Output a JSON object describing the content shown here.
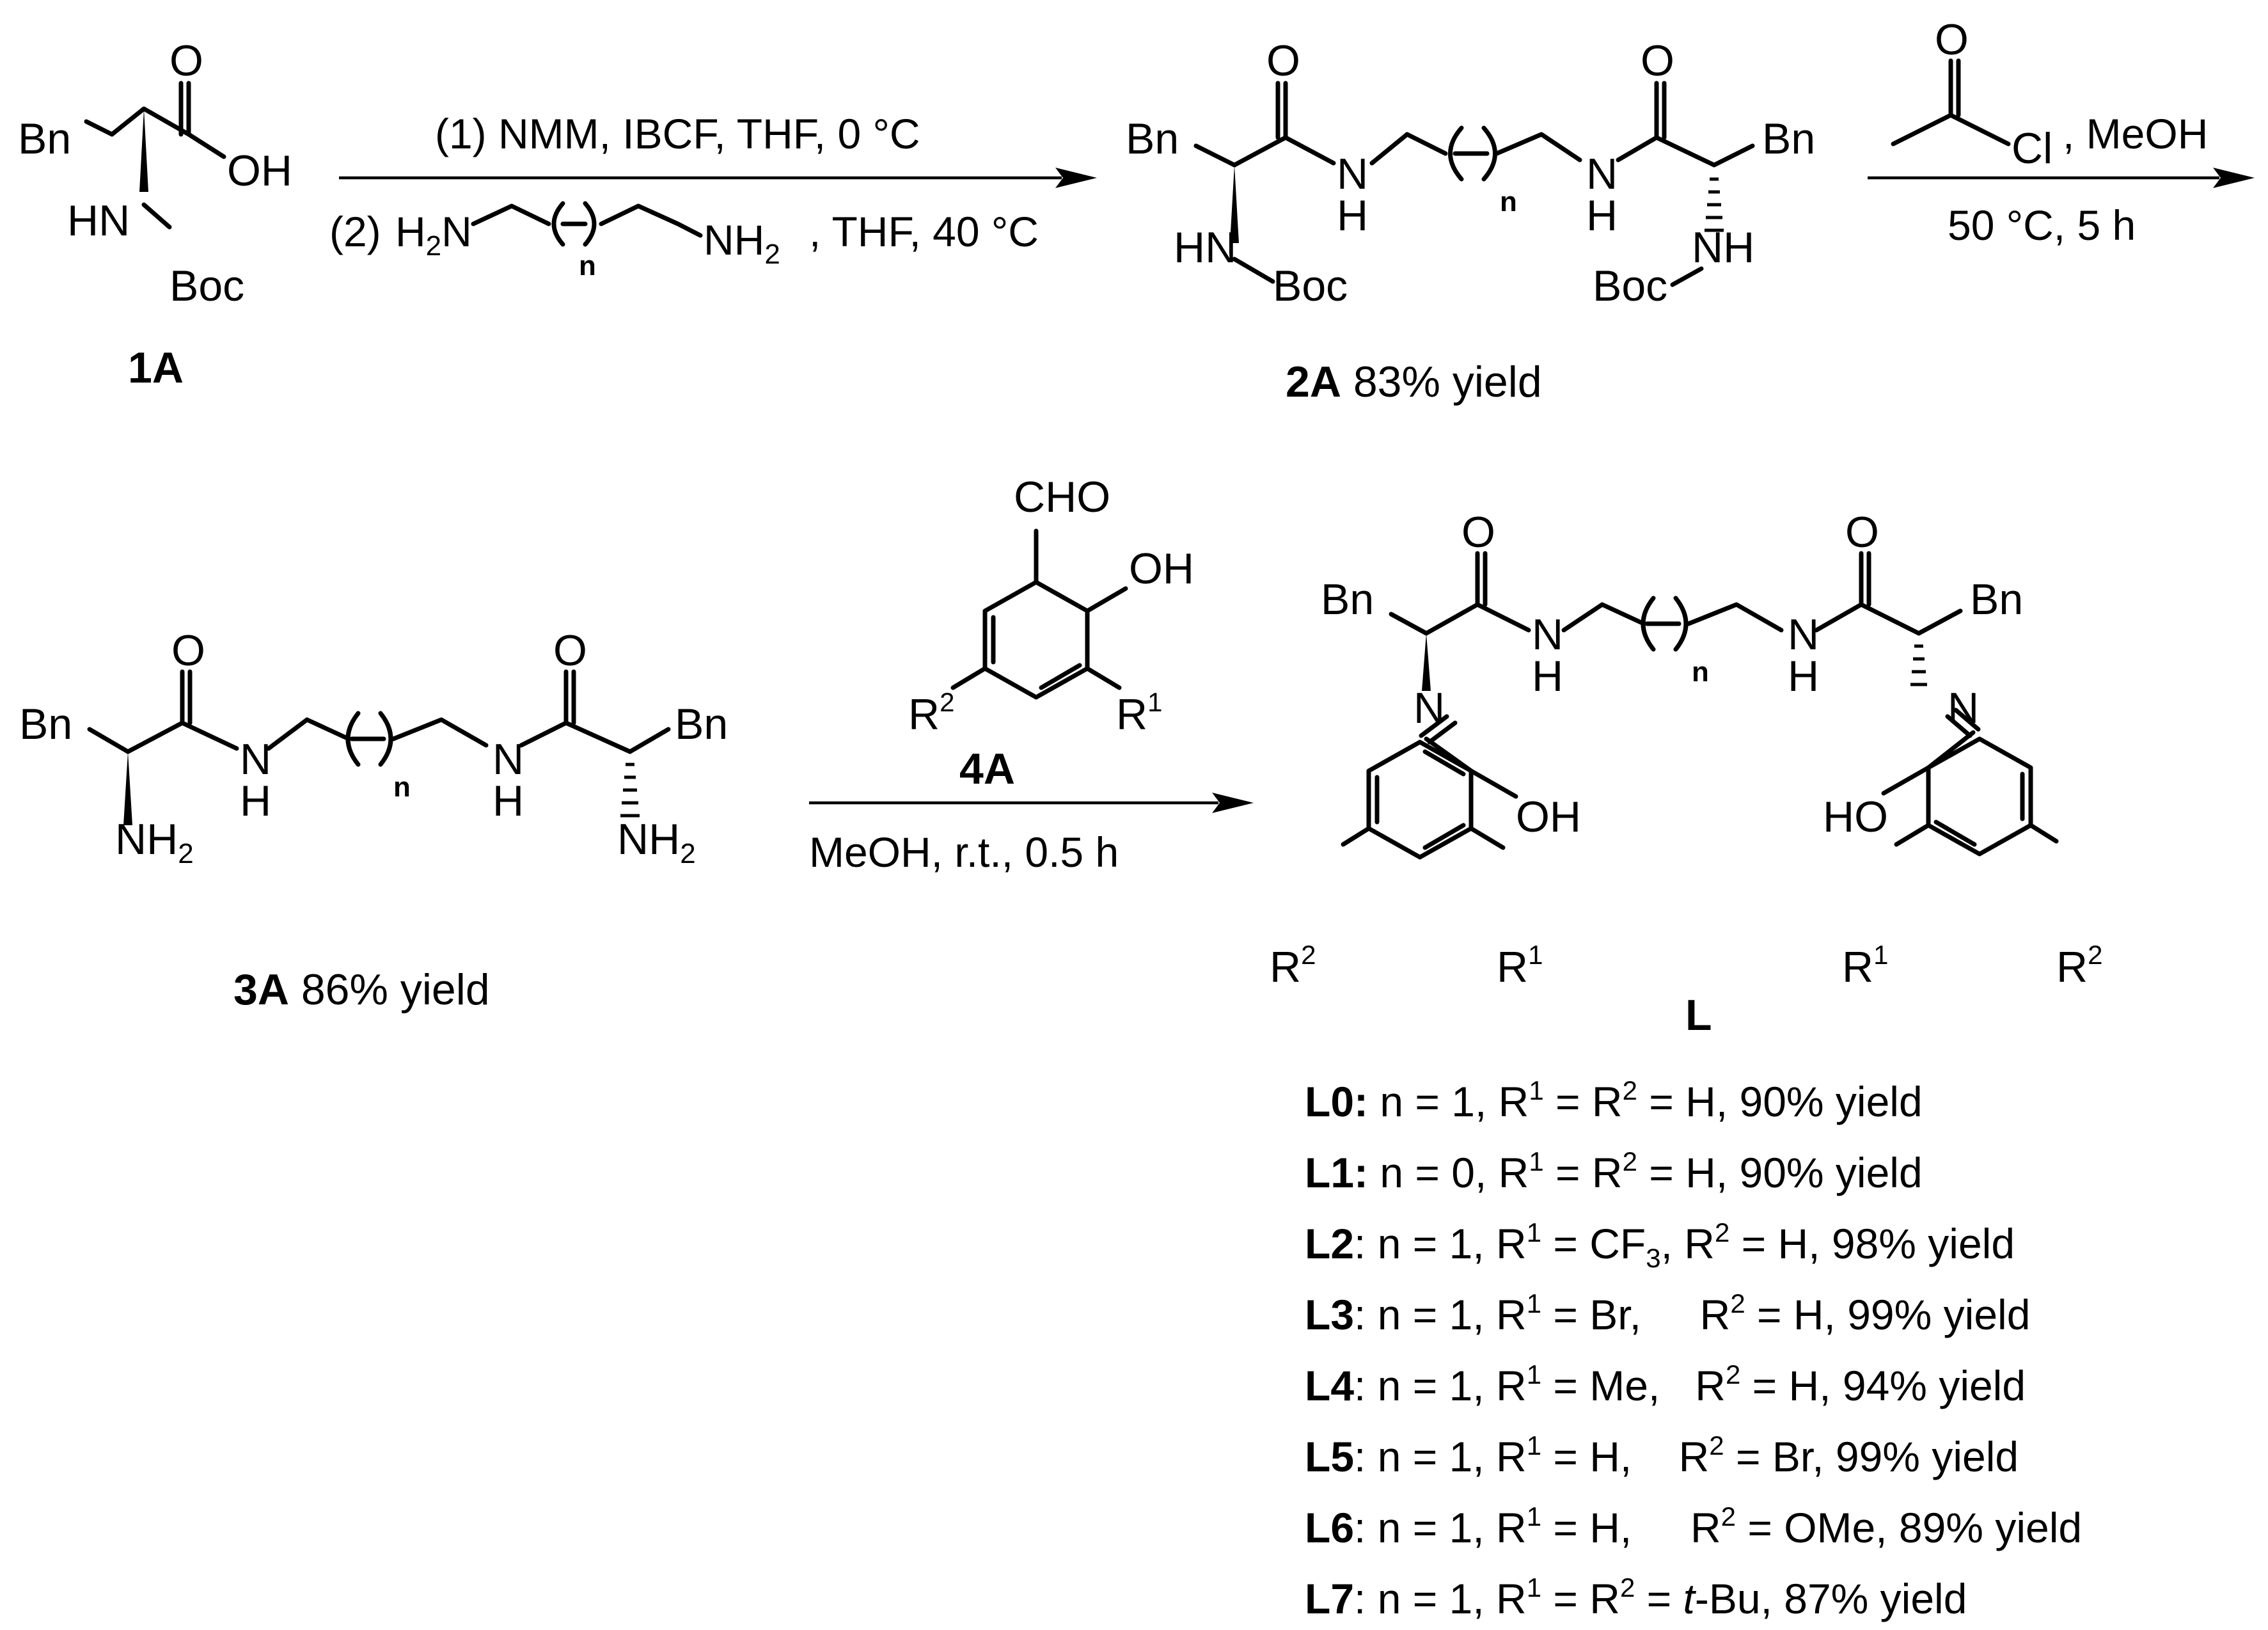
{
  "labels": {
    "bn": "Bn",
    "o": "O",
    "oh": "OH",
    "ho": "HO",
    "hn": "HN",
    "n": "N",
    "h": "H",
    "nh": "NH",
    "boc": "Boc",
    "nh2_base": "NH",
    "h2_base": "H",
    "two": "2",
    "three": "3",
    "one": "1",
    "cho": "CHO",
    "cl": "Cl",
    "rsub_n": "n",
    "r": "R"
  },
  "compounds": {
    "c1a": "1A",
    "c2a": "2A",
    "c3a": "3A",
    "c4a": "4A",
    "cl": "L",
    "yield_2a": " 83% yield",
    "yield_3a": " 86% yield"
  },
  "conditions": {
    "step1_line1": "(1) NMM, IBCF, THF, 0 °C",
    "step1_line2_pre": "(2)",
    "step1_line2_post": ", THF, 40 °C",
    "step2_line1_post": ", MeOH",
    "step2_line2": "50 °C, 5 h",
    "step3_line2": "MeOH, r.t., 0.5 h"
  },
  "entries": [
    {
      "id": "L0:",
      "text": "n = 1, R1 = R2 = H, 90% yield"
    },
    {
      "id": "L1:",
      "text": "n = 0, R1 = R2 = H, 90% yield"
    },
    {
      "id": "L2",
      "text": ": n = 1, R1 = CF3, R2 = H, 98% yield"
    },
    {
      "id": "L3",
      "text": ": n = 1, R1 = Br,     R2 = H, 99% yield"
    },
    {
      "id": "L4",
      "text": ": n = 1, R1 = Me,   R2 = H, 94% yield"
    },
    {
      "id": "L5",
      "text": ": n = 1, R1 = H,    R2 = Br, 99% yield"
    },
    {
      "id": "L6",
      "text": ": n = 1, R1 = H,     R2 = OMe, 89% yield"
    },
    {
      "id": "L7",
      "text": ": n = 1, R1 = R2 = t-Bu, 87% yield"
    }
  ],
  "entry_parts": {
    "e0": [
      "n = 1, R",
      "1",
      " = R",
      "2",
      " = H, 90% yield"
    ],
    "e1": [
      "n = 0, R",
      "1",
      " = R",
      "2",
      " = H, 90% yield"
    ],
    "e2": [
      "n = 1, R",
      "1",
      " = CF",
      "3",
      ", R",
      "2",
      " = H, 98% yield"
    ],
    "e3": [
      "n = 1, R",
      "1",
      " = Br,     R",
      "2",
      " = H, 99% yield"
    ],
    "e4": [
      "n = 1, R",
      "1",
      " = Me,   R",
      "2",
      " = H, 94% yield"
    ],
    "e5": [
      "n = 1, R",
      "1",
      " = H,    R",
      "2",
      " = Br, 99% yield"
    ],
    "e6": [
      "n = 1, R",
      "1",
      " = H,     R",
      "2",
      " = OMe, 89% yield"
    ],
    "e7": [
      "n = 1, R",
      "1",
      " = R",
      "2",
      " = ",
      "t",
      "-Bu, 87% yield"
    ]
  }
}
